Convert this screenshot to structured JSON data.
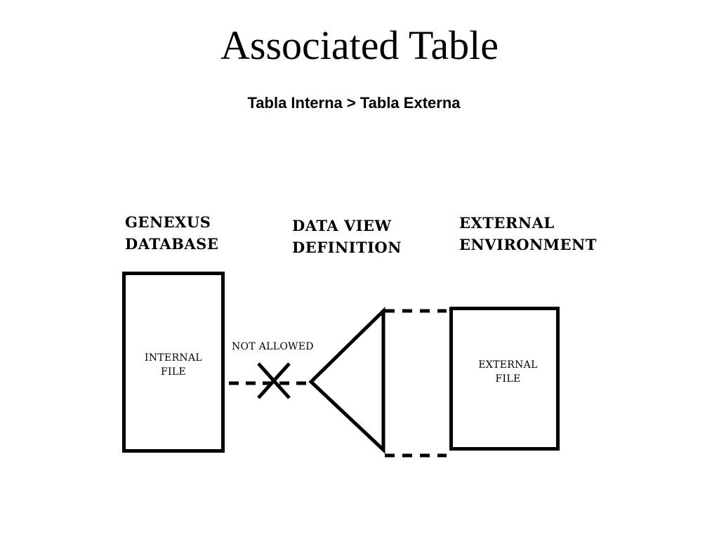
{
  "slide": {
    "title": "Associated Table",
    "subtitle": "Tabla Interna > Tabla Externa"
  },
  "columns": {
    "genexus": {
      "line1": "GENEXUS",
      "line2": "DATABASE"
    },
    "data_view": {
      "line1": "DATA VIEW",
      "line2": "DEFINITION"
    },
    "external": {
      "line1": "EXTERNAL",
      "line2": "ENVIRONMENT"
    }
  },
  "boxes": {
    "internal": {
      "line1": "INTERNAL",
      "line2": "FILE"
    },
    "external": {
      "line1": "EXTERNAL",
      "line2": "FILE"
    }
  },
  "connector": {
    "note": "NOT ALLOWED"
  }
}
